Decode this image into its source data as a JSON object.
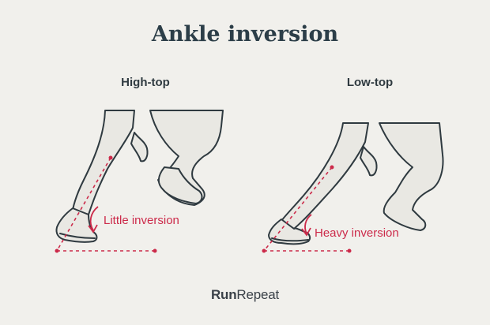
{
  "title": "Ankle inversion",
  "panels": [
    {
      "label": "High-top",
      "annotation": "Little inversion"
    },
    {
      "label": "Low-top",
      "annotation": "Heavy inversion"
    }
  ],
  "brand": {
    "part1": "Run",
    "part2": "Repeat"
  },
  "colors": {
    "background": "#f1f0ec",
    "title": "#2c3e48",
    "outline": "#2f3a40",
    "accent": "#cc2a4a",
    "skin": "#e9e8e3"
  }
}
